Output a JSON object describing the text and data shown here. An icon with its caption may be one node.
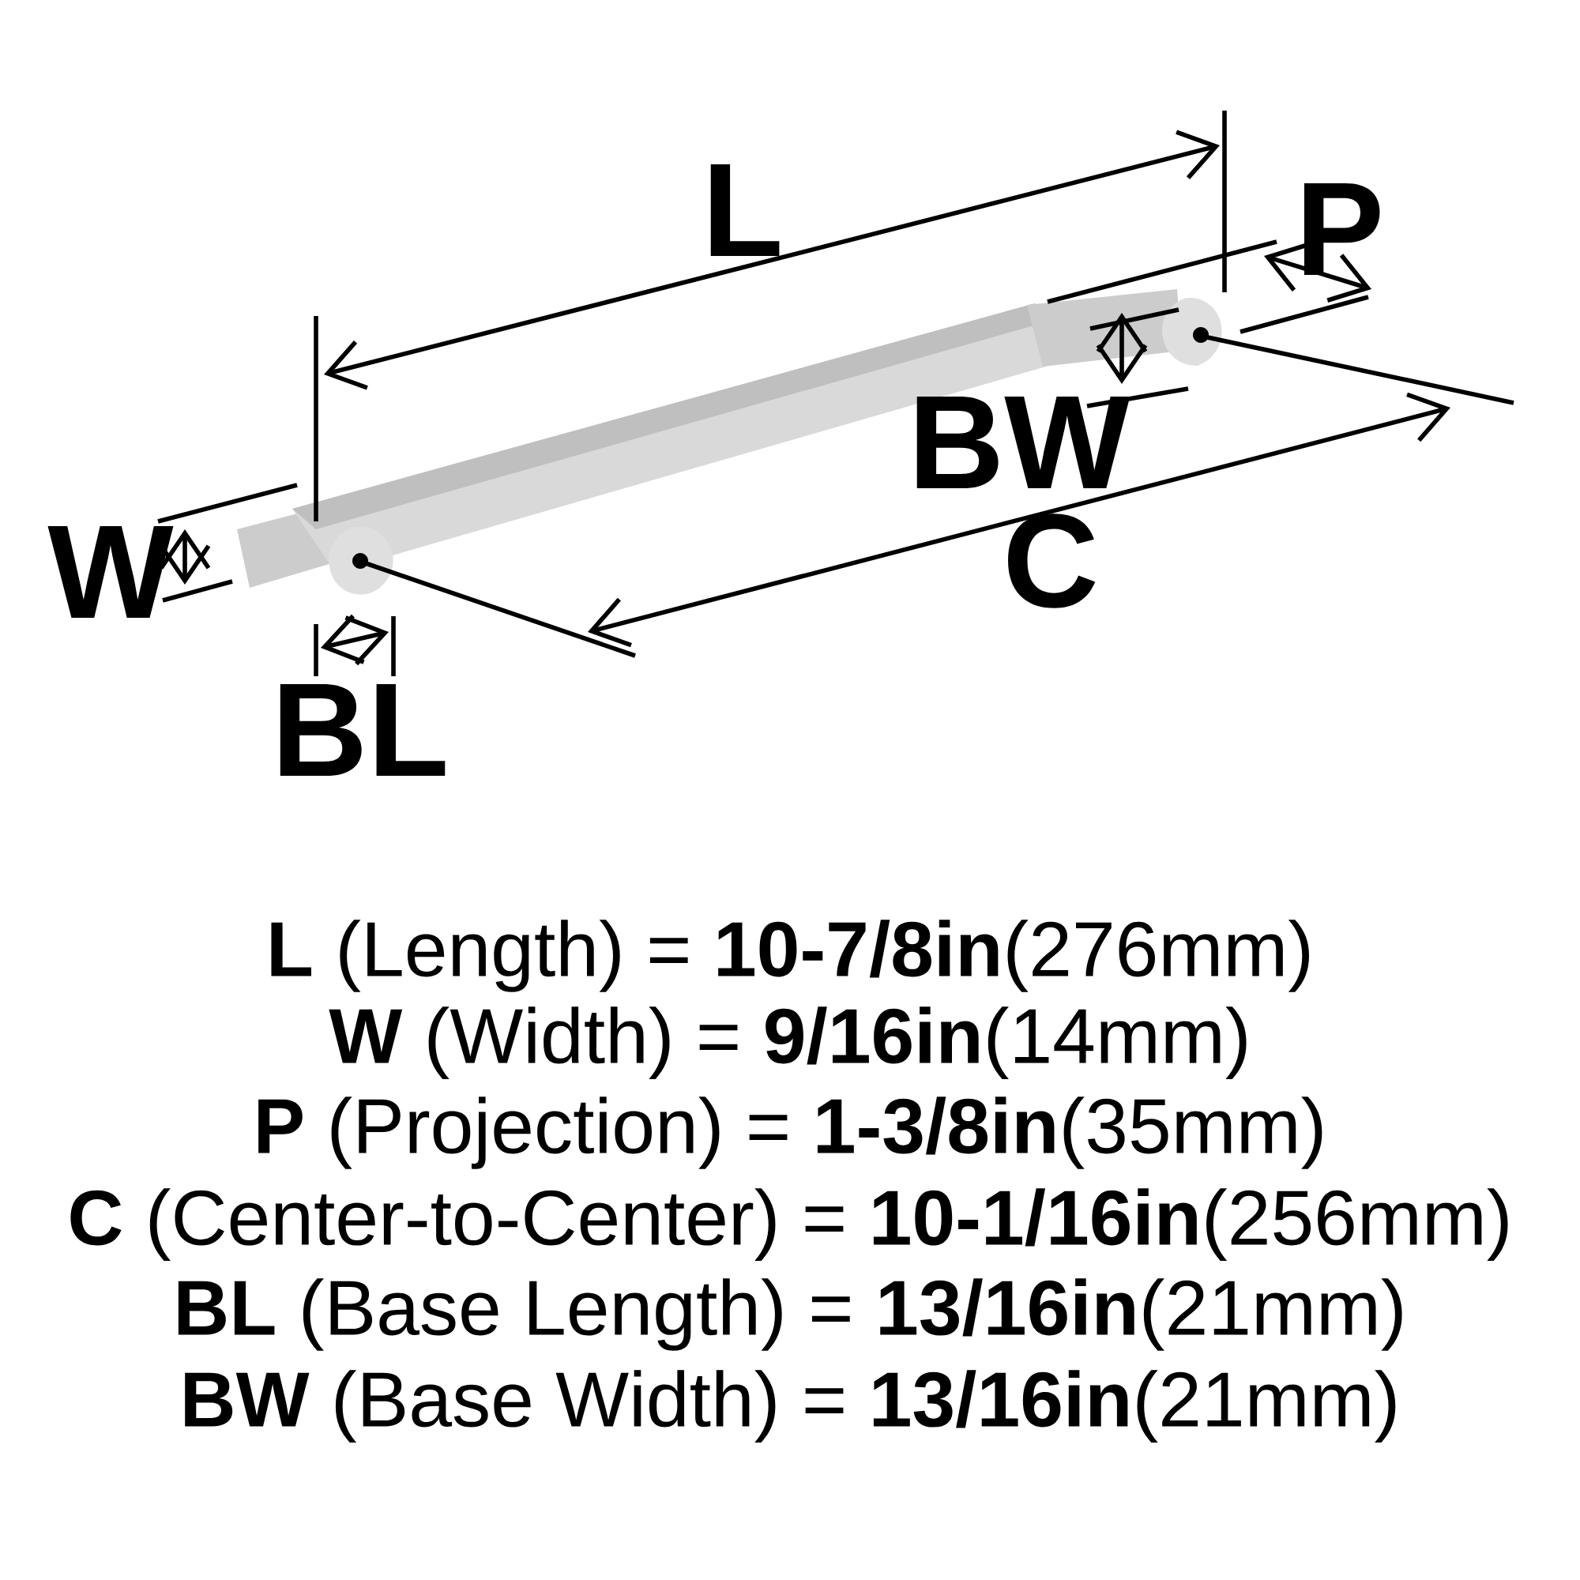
{
  "diagram": {
    "labels": [
      "L",
      "P",
      "BW",
      "W",
      "C",
      "BL",
      "**L** (Length) = **10-7/8in**(276mm)",
      "**W** (Width) = **9/16in**(14mm)",
      "**P** (Projection) = **1-3/8in**(35mm)",
      "**C** (Center-to-Center) = **10-1/16in**(256mm)",
      "**BL** (Base Length) = **13/16in**(21mm)",
      "**BW** (Base Width) = **13/16in**(21mm)"
    ]
  }
}
